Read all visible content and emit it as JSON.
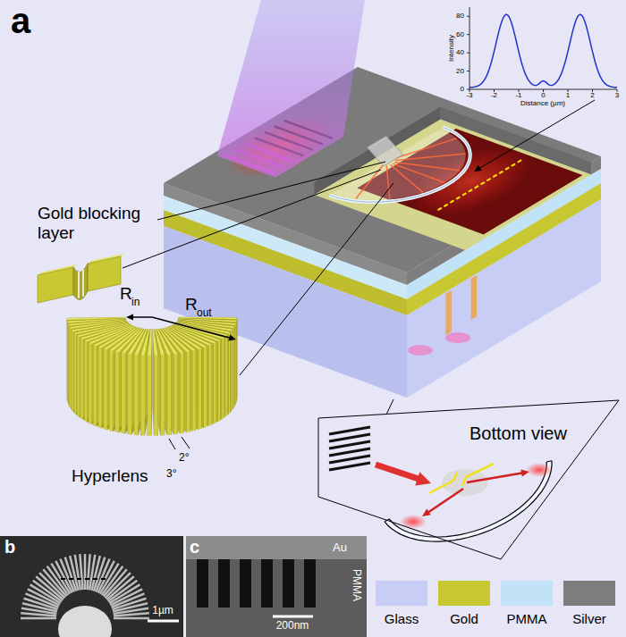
{
  "diagram": {
    "nodes": [
      {
        "text": [
          "Bottom view"
        ]
      }
    ],
    "labels": [
      "a",
      "Gold blocking layer",
      "R",
      "in",
      "R",
      "out",
      "Hyperlens",
      "2°",
      "3°",
      "Intensity",
      "Distance (µm)",
      "0",
      "20",
      "40",
      "60",
      "80",
      "-3",
      "-2",
      "-1",
      "0",
      "1",
      "2",
      "3",
      "b",
      "1µm",
      "c",
      "Au",
      "PMMA",
      "200nm"
    ],
    "legend": [
      {
        "text": "Glass",
        "color": "#c8cdf6"
      },
      {
        "text": "Gold",
        "color": "#c8c832"
      },
      {
        "text": "PMMA",
        "color": "#c2e3f7"
      },
      {
        "text": "Silver",
        "color": "#7d7d7d"
      }
    ]
  }
}
